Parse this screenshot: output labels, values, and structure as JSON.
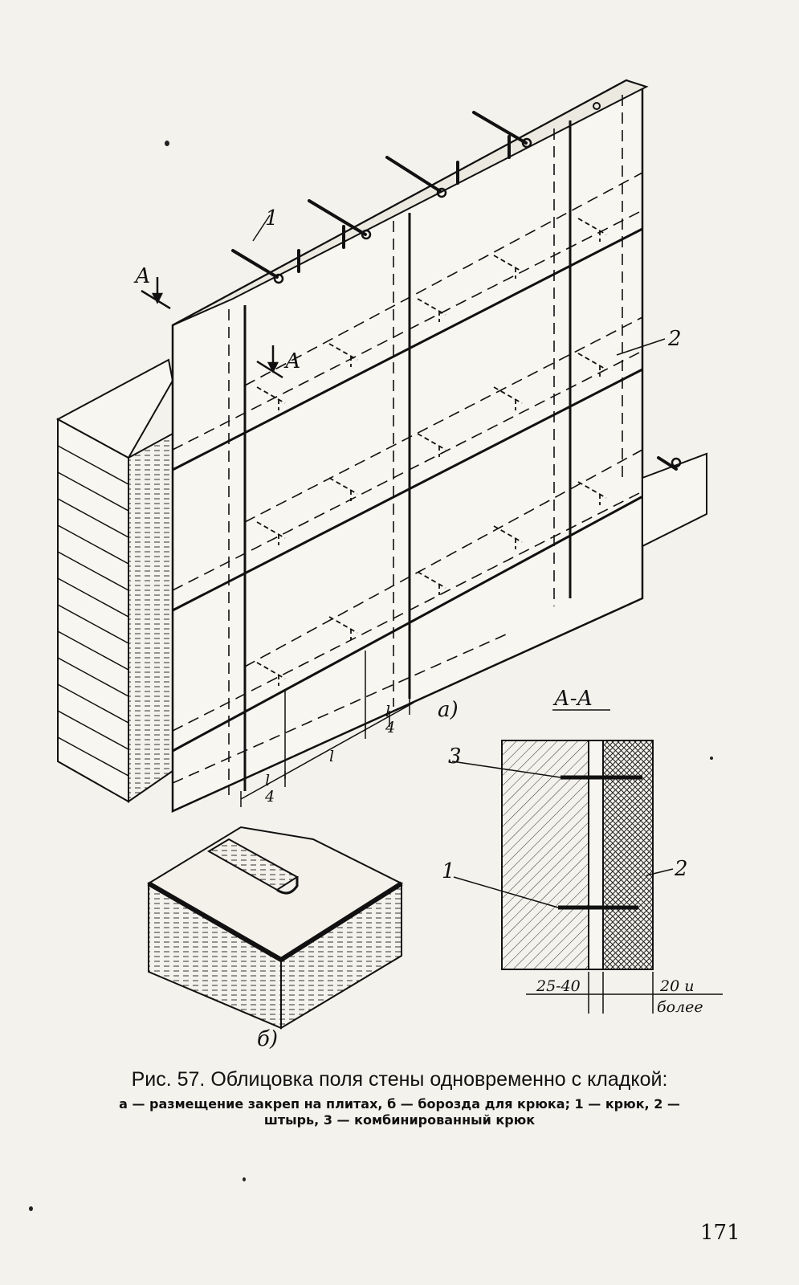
{
  "figure": {
    "view_a_label": "а)",
    "view_b_label": "б)",
    "section_title": "А-А",
    "section_marker_left": "А",
    "section_marker_right": "А",
    "callout_1": "1",
    "callout_2": "2",
    "section_callout_1": "1",
    "section_callout_2": "2",
    "section_callout_3": "3",
    "dim_l": "l",
    "dim_l4_a": "l",
    "dim_l4_a_den": "4",
    "dim_l4_b": "l",
    "dim_l4_b_den": "4",
    "dim_gap": "25-40",
    "dim_face": "20 и",
    "dim_face_2": "более"
  },
  "caption": {
    "title": "Рис. 57. Облицовка поля стены одновременно с кладкой:",
    "description_line1": "а — размещение закреп на плитах, б — борозда для крюка; 1 — крюк, 2 —",
    "description_line2": "штырь, 3 — комбинированный крюк"
  },
  "page_number": "171"
}
